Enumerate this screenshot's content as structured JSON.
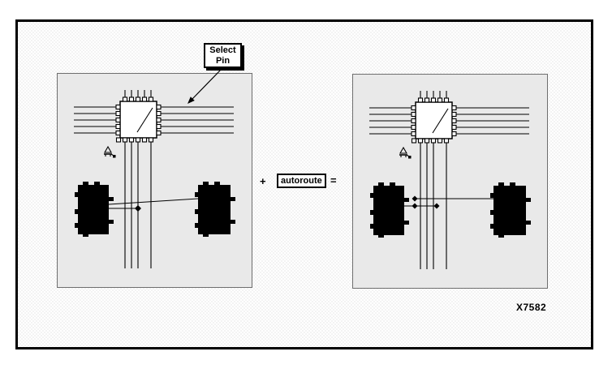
{
  "callout": {
    "line1": "Select",
    "line2": "Pin"
  },
  "equation": {
    "plus": "+",
    "autoroute_label": "autoroute",
    "equals": "="
  },
  "figure_id": "X7582",
  "colors": {
    "ink": "#000000",
    "page_bg": "#ffffff",
    "panel_bg": "#e9e9e9",
    "panel_border": "#6e6e6e"
  },
  "icons": {
    "callout_arrow_icon": "diagonal-arrow-down-left",
    "net_cursor_icon": "component-placement-cursor",
    "pick_cursor_icon": "selection-cross",
    "via_dot_icon": "diamond-via"
  }
}
